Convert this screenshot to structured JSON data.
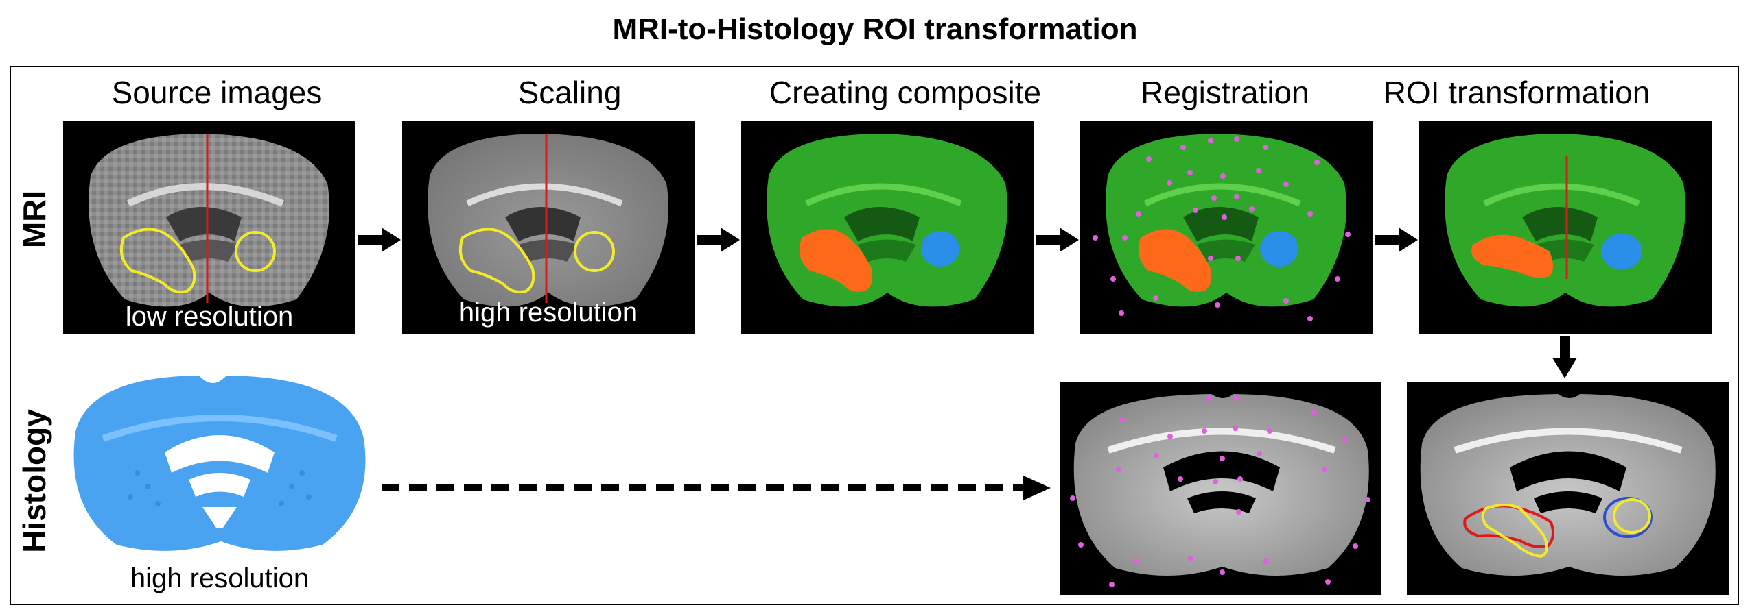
{
  "title": "MRI-to-Histology ROI transformation",
  "columns": [
    {
      "label": "Source images"
    },
    {
      "label": "Scaling"
    },
    {
      "label": "Creating composite"
    },
    {
      "label": "Registration"
    },
    {
      "label": "ROI transformation"
    }
  ],
  "rows": {
    "mri": "MRI",
    "histology": "Histology"
  },
  "captions": {
    "source_mri": "low resolution",
    "scaling_mri": "high resolution",
    "histology_source": "high resolution"
  },
  "colors": {
    "roi_yellow": "#f2ea2a",
    "roi_orange": "#ff6a1a",
    "roi_blue": "#2a8fe8",
    "roi_red": "#e01818",
    "roi_blue_outline": "#2c4fd0",
    "midline_red": "#d41e1e",
    "landmark_magenta": "#e060e0",
    "composite_green": "#2fa82a",
    "histology_stain_blue": "#4aa3f0"
  }
}
